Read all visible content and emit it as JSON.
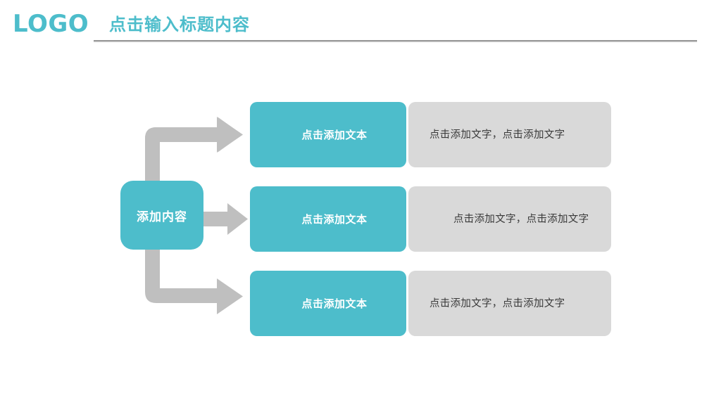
{
  "header": {
    "logo": "LOGO",
    "title": "点击输入标题内容"
  },
  "diagram": {
    "root": {
      "label": "添加内容"
    },
    "rows": [
      {
        "title": "点击添加文本",
        "body": "点击添加文字，点击添加文字",
        "connector": "elbow-up-arrow"
      },
      {
        "title": "点击添加文本",
        "body": "点击添加文字，点击添加文字",
        "connector": "straight-arrow"
      },
      {
        "title": "点击添加文本",
        "body": "点击添加文字，点击添加文字",
        "connector": "elbow-down-arrow"
      }
    ]
  },
  "colors": {
    "teal": "#4DBDCB",
    "panel_gray": "#D9D9D9",
    "arrow_gray": "#BFBFBF",
    "rule_gray": "#8D8D8D",
    "body_text": "#3A3A3A"
  }
}
